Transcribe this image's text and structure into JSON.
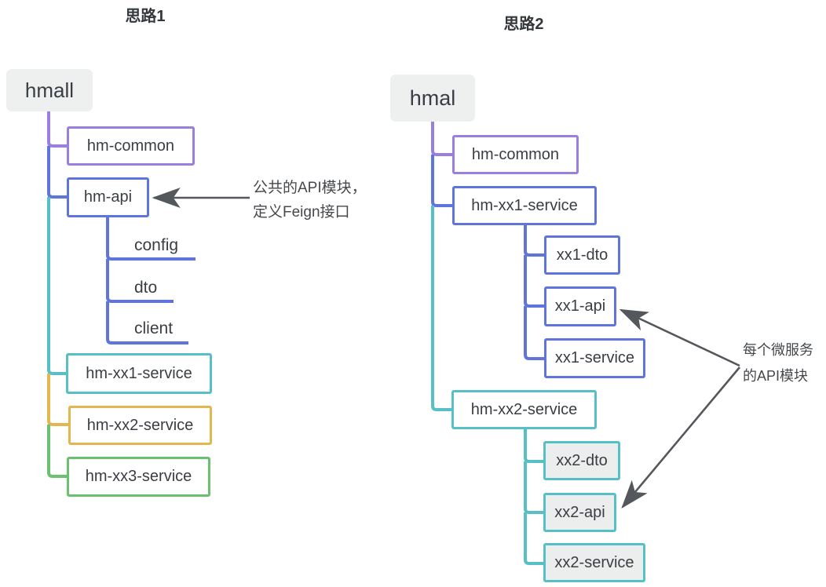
{
  "palette": {
    "purple": "#9b7fe0",
    "blue": "#5f75db",
    "teal": "#57c0c6",
    "yellow": "#e3b750",
    "green": "#6cc170",
    "root_fill": "#eef0f0",
    "gray_node_fill": "#eceeee",
    "arrow": "#54575b",
    "text": "#3a3e44"
  },
  "left": {
    "title": "思路1",
    "root": "hmall",
    "nodes": {
      "hm_common": "hm-common",
      "hm_api": "hm-api",
      "config": "config",
      "dto": "dto",
      "client": "client",
      "xx1": "hm-xx1-service",
      "xx2": "hm-xx2-service",
      "xx3": "hm-xx3-service"
    },
    "annotation_line1": "公共的API模块，",
    "annotation_line2": "定义Feign接口"
  },
  "right": {
    "title": "思路2",
    "root": "hmal",
    "nodes": {
      "hm_common": "hm-common",
      "hm_xx1": "hm-xx1-service",
      "xx1_dto": "xx1-dto",
      "xx1_api": "xx1-api",
      "xx1_service": "xx1-service",
      "hm_xx2": "hm-xx2-service",
      "xx2_dto": "xx2-dto",
      "xx2_api": "xx2-api",
      "xx2_service": "xx2-service"
    },
    "annotation_line1": "每个微服务",
    "annotation_line2": "的API模块"
  }
}
